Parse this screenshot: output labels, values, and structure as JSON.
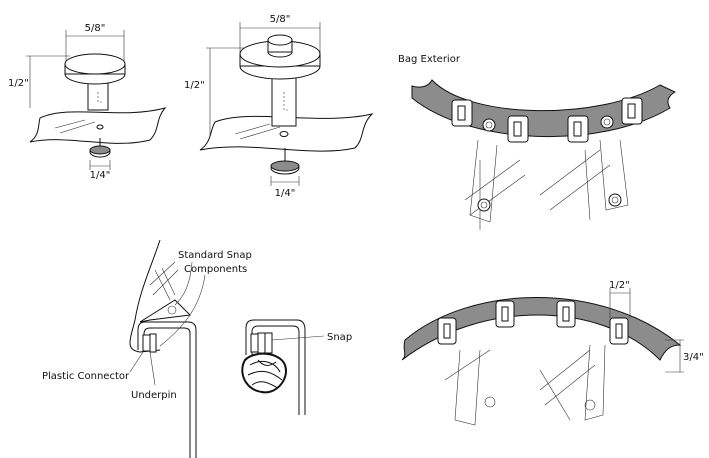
{
  "figures": {
    "small_snap": {
      "width_label": "5/8\"",
      "height_label": "1/2\"",
      "pin_label": "1/4\""
    },
    "large_snap": {
      "width_label": "5/8\"",
      "height_label": "1/2\"",
      "pin_label": "1/4\""
    },
    "bag_exterior": {
      "title": "Bag Exterior"
    },
    "attachment": {
      "standard_snap_line1": "Standard Snap",
      "standard_snap_line2": "Components",
      "plastic_connector": "Plastic Connector",
      "underpin": "Underpin",
      "snap": "Snap"
    },
    "strap_dimensions": {
      "tab_width": "1/2\"",
      "strap_width": "3/4\""
    }
  },
  "colors": {
    "fabric": "#8c8c8c",
    "ink": "#111111"
  }
}
